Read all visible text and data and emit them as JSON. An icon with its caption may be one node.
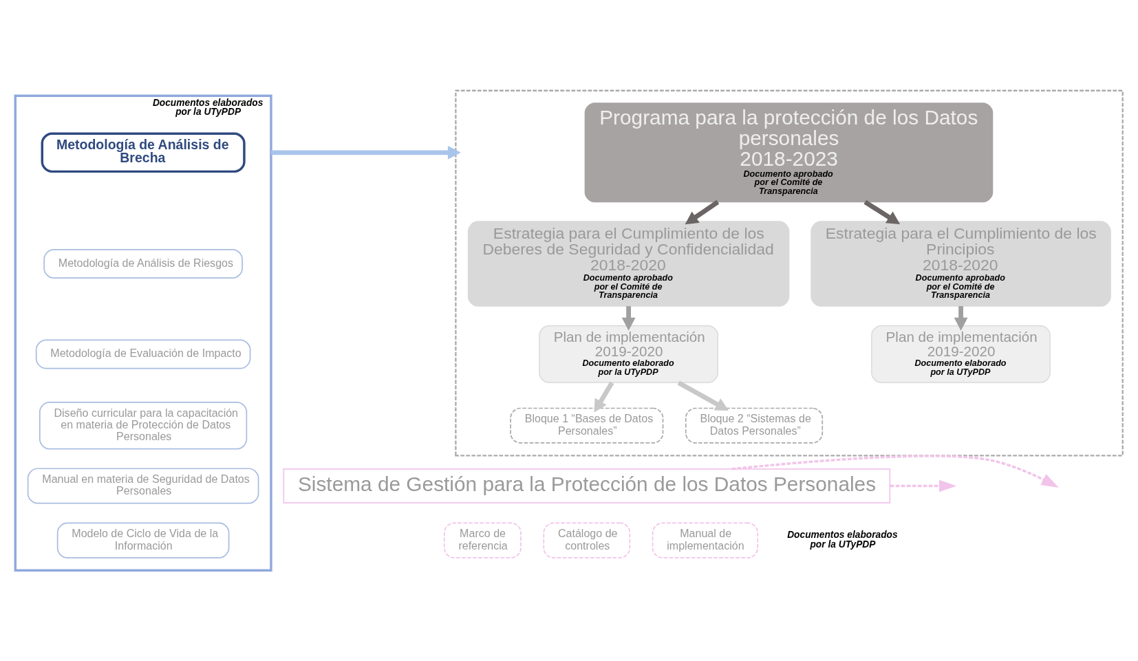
{
  "diagram": {
    "nodes": [
      {
        "text": [
          "Documentos elaborados por la UTyPDP"
        ]
      },
      {
        "text": [
          "Metodología de Análisis de Brecha"
        ],
        "in": 0
      },
      {
        "text": [
          "Metodología de Análisis de Riesgos"
        ],
        "in": 0
      },
      {
        "text": [
          "Metodología de Evaluación de Impacto"
        ],
        "in": 0
      },
      {
        "text": [
          "Diseño curricular para la capacitación en materia de Protección de Datos Personales"
        ],
        "in": 0
      },
      {
        "text": [
          "Manual en materia de Seguridad de Datos Personales"
        ],
        "in": 0
      },
      {
        "text": [
          "Modelo de Ciclo de Vida de la Información"
        ],
        "in": 0
      },
      {
        "text": [],
        "shape": "box"
      },
      {
        "text": [
          "Programa para la protección de los Datos personales",
          "2018-2023",
          "Documento aprobado por el Comité de Transparencia"
        ],
        "in": 7
      },
      {
        "text": [
          "Estrategia para el Cumplimiento de los Deberes de Seguridad y Confidencialidad",
          "2018-2020",
          "Documento aprobado por el Comité de Transparencia"
        ],
        "in": 7
      },
      {
        "text": [
          "Estrategia para el Cumplimiento de los Principios",
          "2018-2020",
          "Documento aprobado por el Comité de Transparencia"
        ],
        "in": 7
      },
      {
        "text": [
          "Plan de implementación",
          "2019-2020",
          "Documento elaborado por la UTyPDP"
        ],
        "in": 7
      },
      {
        "text": [
          "Plan de implementación",
          "2019-2020",
          "Documento elaborado por la UTyPDP"
        ],
        "in": 7
      },
      {
        "text": [
          "Bloque 1 “Bases de Datos Personales”"
        ],
        "in": 7
      },
      {
        "text": [
          "Bloque 2 “Sistemas de Datos Personales”"
        ],
        "in": 7
      },
      {
        "text": [
          "Sistema de Gestión para la Protección de los Datos Personales"
        ]
      },
      {
        "text": [
          "Marco de referencia"
        ]
      },
      {
        "text": [
          "Catálogo de controles"
        ]
      },
      {
        "text": [
          "Manual de implementación"
        ]
      }
    ],
    "edges": [
      {
        "from": 0,
        "to": 7,
        "arrow": "to",
        "color": "#a9c4eb"
      },
      {
        "from": 8,
        "to": 9,
        "arrow": "to",
        "color": "#6b6565"
      },
      {
        "from": 8,
        "to": 10,
        "arrow": "to",
        "color": "#6b6565"
      },
      {
        "from": 9,
        "to": 11,
        "arrow": "to"
      },
      {
        "from": 10,
        "to": 12,
        "arrow": "to"
      },
      {
        "from": 11,
        "to": 13,
        "arrow": "to",
        "color": "#c8c8c8"
      },
      {
        "from": 11,
        "to": 14,
        "arrow": "to",
        "color": "#c8c8c8"
      },
      {
        "from": 15,
        "to": null,
        "arrow": "to",
        "style": "dashed",
        "color": "#f2c4ea"
      },
      {
        "from": 15,
        "to": null,
        "arrow": "to",
        "style": "dashed",
        "color": "#f2c4ea"
      }
    ],
    "labels": [
      "Documentos elaborados por la UTyPDP"
    ]
  }
}
